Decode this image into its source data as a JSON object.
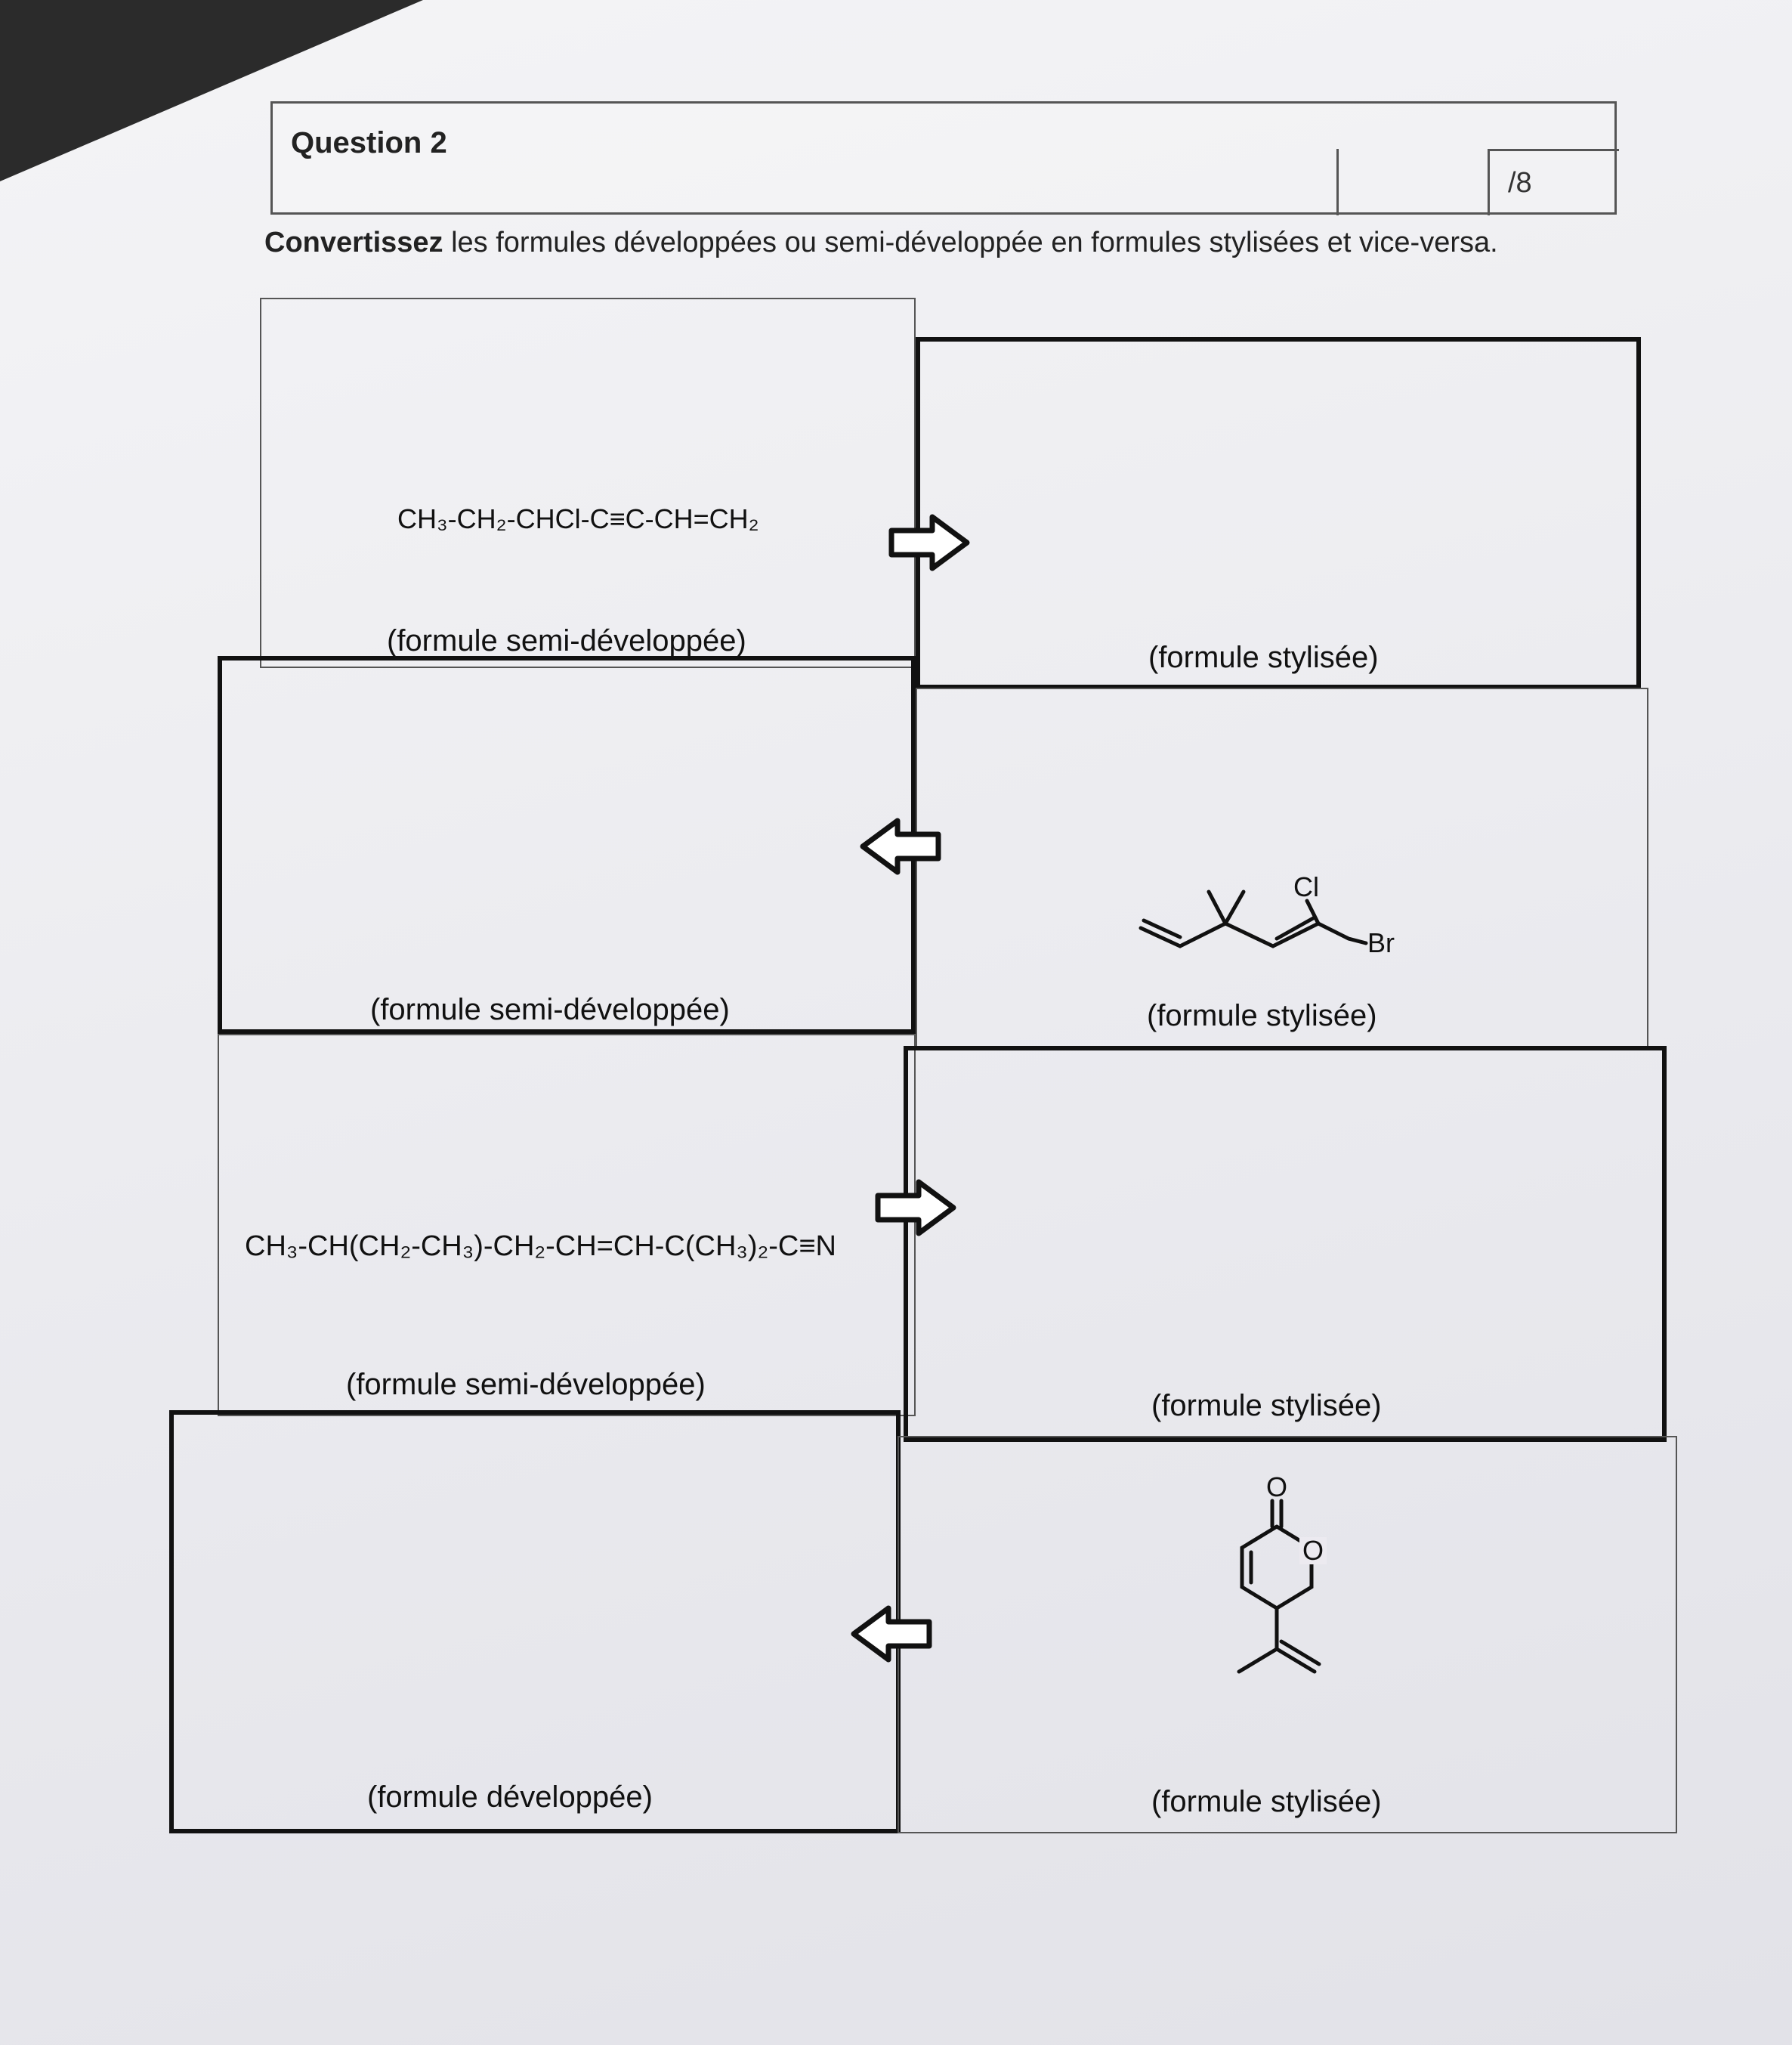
{
  "question": {
    "title": "Question 2",
    "score_total": "/8"
  },
  "instruction": {
    "bold": "Convertissez",
    "rest": " les formules développées ou semi-développée en formules stylisées et vice-versa."
  },
  "rows": [
    {
      "left_formula": "CH₃-CH₂-CHCl-C≡C-CH=CH₂",
      "left_caption": "(formule semi-développée)",
      "right_caption": "(formule stylisée)",
      "arrow": "right"
    },
    {
      "left_formula": "",
      "left_caption": "(formule semi-développée)",
      "right_caption": "(formule stylisée)",
      "arrow": "left",
      "molecule_labels": {
        "chlorine": "Cl",
        "bromine": "Br"
      }
    },
    {
      "left_formula": "CH₃-CH(CH₂-CH₃)-CH₂-CH=CH-C(CH₃)₂-C≡N",
      "left_caption": "(formule semi-développée)",
      "right_caption": "(formule stylisée)",
      "arrow": "right"
    },
    {
      "left_formula": "",
      "left_caption": "(formule développée)",
      "right_caption": "(formule stylisée)",
      "arrow": "left",
      "molecule_labels": {
        "carbonyl_oxygen": "O",
        "ring_oxygen": "O"
      }
    }
  ]
}
